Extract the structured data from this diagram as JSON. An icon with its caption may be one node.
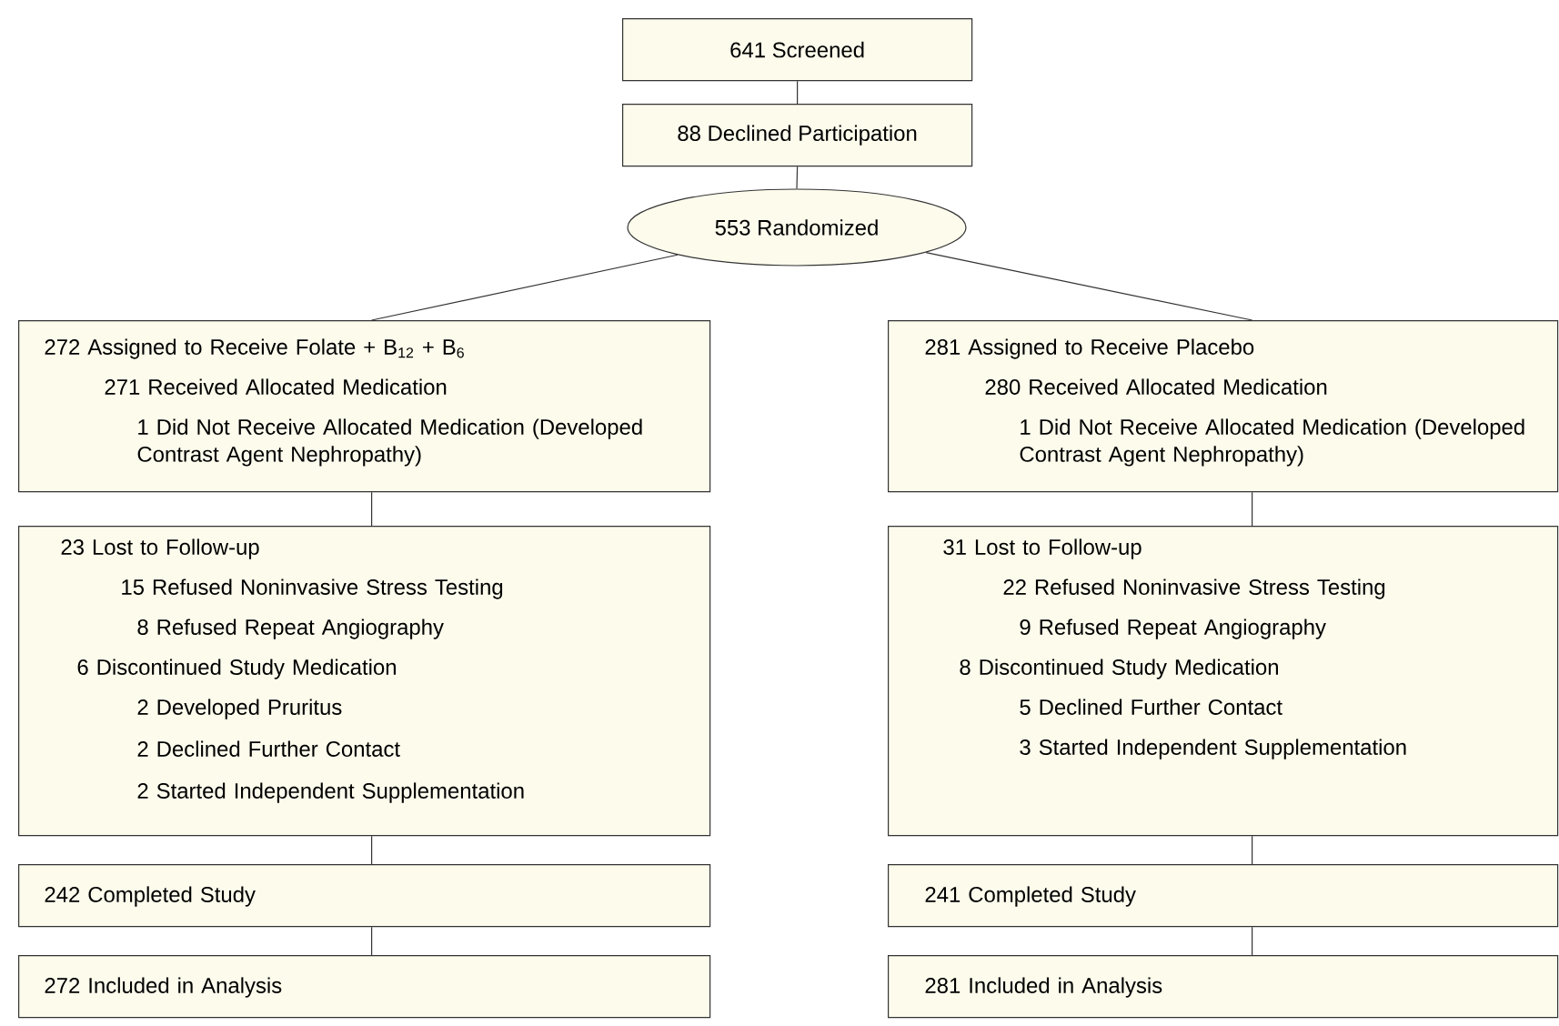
{
  "diagram": {
    "nodes": [
      {
        "text": [
          "641 Screened"
        ]
      },
      {
        "text": [
          "88 Declined Participation"
        ]
      },
      {
        "text": [
          "553 Randomized"
        ]
      },
      {
        "text": [
          "272 Assigned to Receive Folate + B$_{12}$ + B$_{6}$",
          "271 Received Allocated Medication",
          "1 Did Not Receive Allocated Medication (Developed Contrast Agent Nephropathy)"
        ]
      },
      {
        "text": [
          "281 Assigned to Receive Placebo",
          "280 Received Allocated Medication",
          "1 Did Not Receive Allocated Medication (Developed Contrast Agent Nephropathy)"
        ]
      },
      {
        "text": [
          "23 Lost to Follow-up",
          "15 Refused Noninvasive Stress Testing",
          "8 Refused Repeat Angiography",
          "6 Discontinued Study Medication",
          "2 Developed Pruritus",
          "2 Declined Further Contact",
          "2 Started Independent Supplementation"
        ]
      },
      {
        "text": [
          "31 Lost to Follow-up",
          "22 Refused Noninvasive Stress Testing",
          "9 Refused Repeat Angiography",
          "8 Discontinued Study Medication",
          "5 Declined Further Contact",
          "3 Started Independent Supplementation"
        ]
      },
      {
        "text": [
          "242 Completed Study"
        ]
      },
      {
        "text": [
          "241 Completed Study"
        ]
      },
      {
        "text": [
          "272 Included in Analysis"
        ]
      },
      {
        "text": [
          "281 Included in Analysis"
        ]
      }
    ],
    "edges": [
      {
        "from": 0,
        "to": 1,
        "arrow": "none"
      },
      {
        "from": 1,
        "to": 2,
        "arrow": "none"
      },
      {
        "from": 2,
        "to": 3,
        "arrow": "none"
      },
      {
        "from": 2,
        "to": 4,
        "arrow": "none"
      },
      {
        "from": 3,
        "to": 5,
        "arrow": "none"
      },
      {
        "from": 4,
        "to": 6,
        "arrow": "none"
      },
      {
        "from": 5,
        "to": 7,
        "arrow": "none"
      },
      {
        "from": 6,
        "to": 8,
        "arrow": "none"
      },
      {
        "from": 7,
        "to": 9,
        "arrow": "none"
      },
      {
        "from": 8,
        "to": 10,
        "arrow": "none"
      }
    ]
  }
}
